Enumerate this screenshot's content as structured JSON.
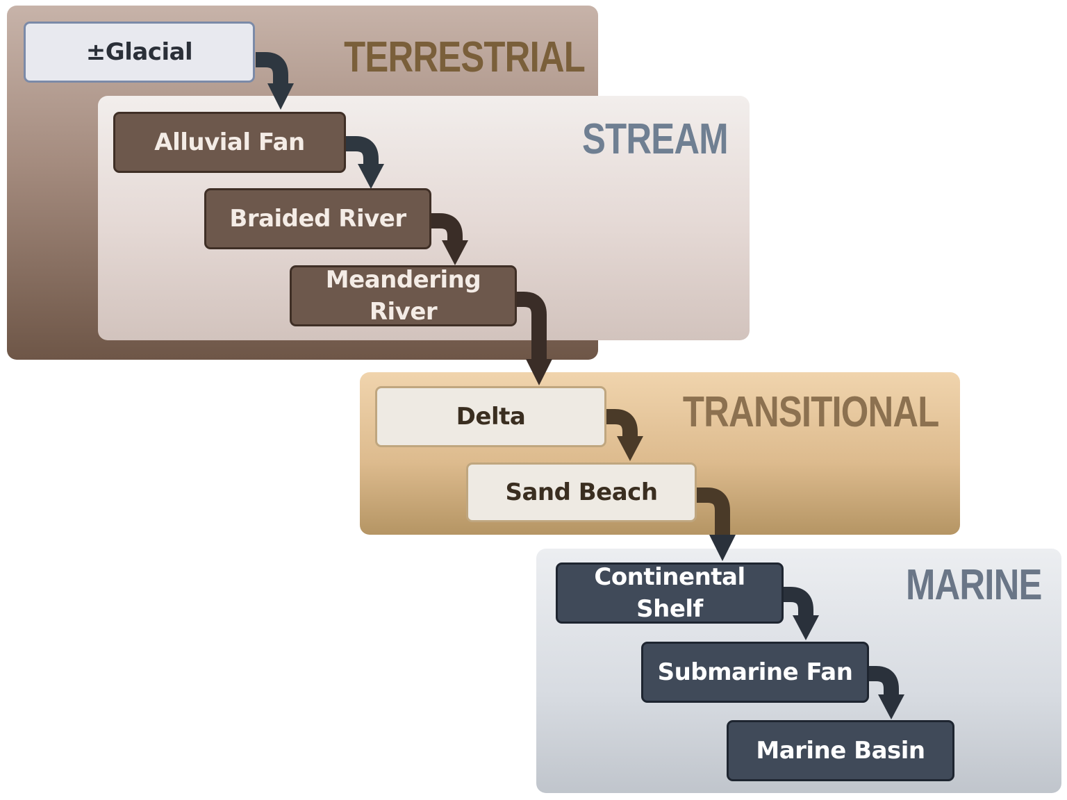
{
  "panels": {
    "terrestrial": "TERRESTRIAL",
    "stream": "STREAM",
    "transitional": "TRANSITIONAL",
    "marine": "MARINE"
  },
  "nodes": {
    "glacial": "±Glacial",
    "alluvial_fan": "Alluvial Fan",
    "braided_river": "Braided River",
    "meandering_river": "Meandering\nRiver",
    "delta": "Delta",
    "sand_beach": "Sand Beach",
    "continental_shelf": "Continental\nShelf",
    "submarine_fan": "Submarine Fan",
    "marine_basin": "Marine Basin"
  },
  "colors": {
    "arrow_terrestrial": "#2e3740",
    "arrow_stream": "#3a2d27",
    "arrow_transitional": "#4a3a28",
    "arrow_marine": "#2a313b"
  }
}
